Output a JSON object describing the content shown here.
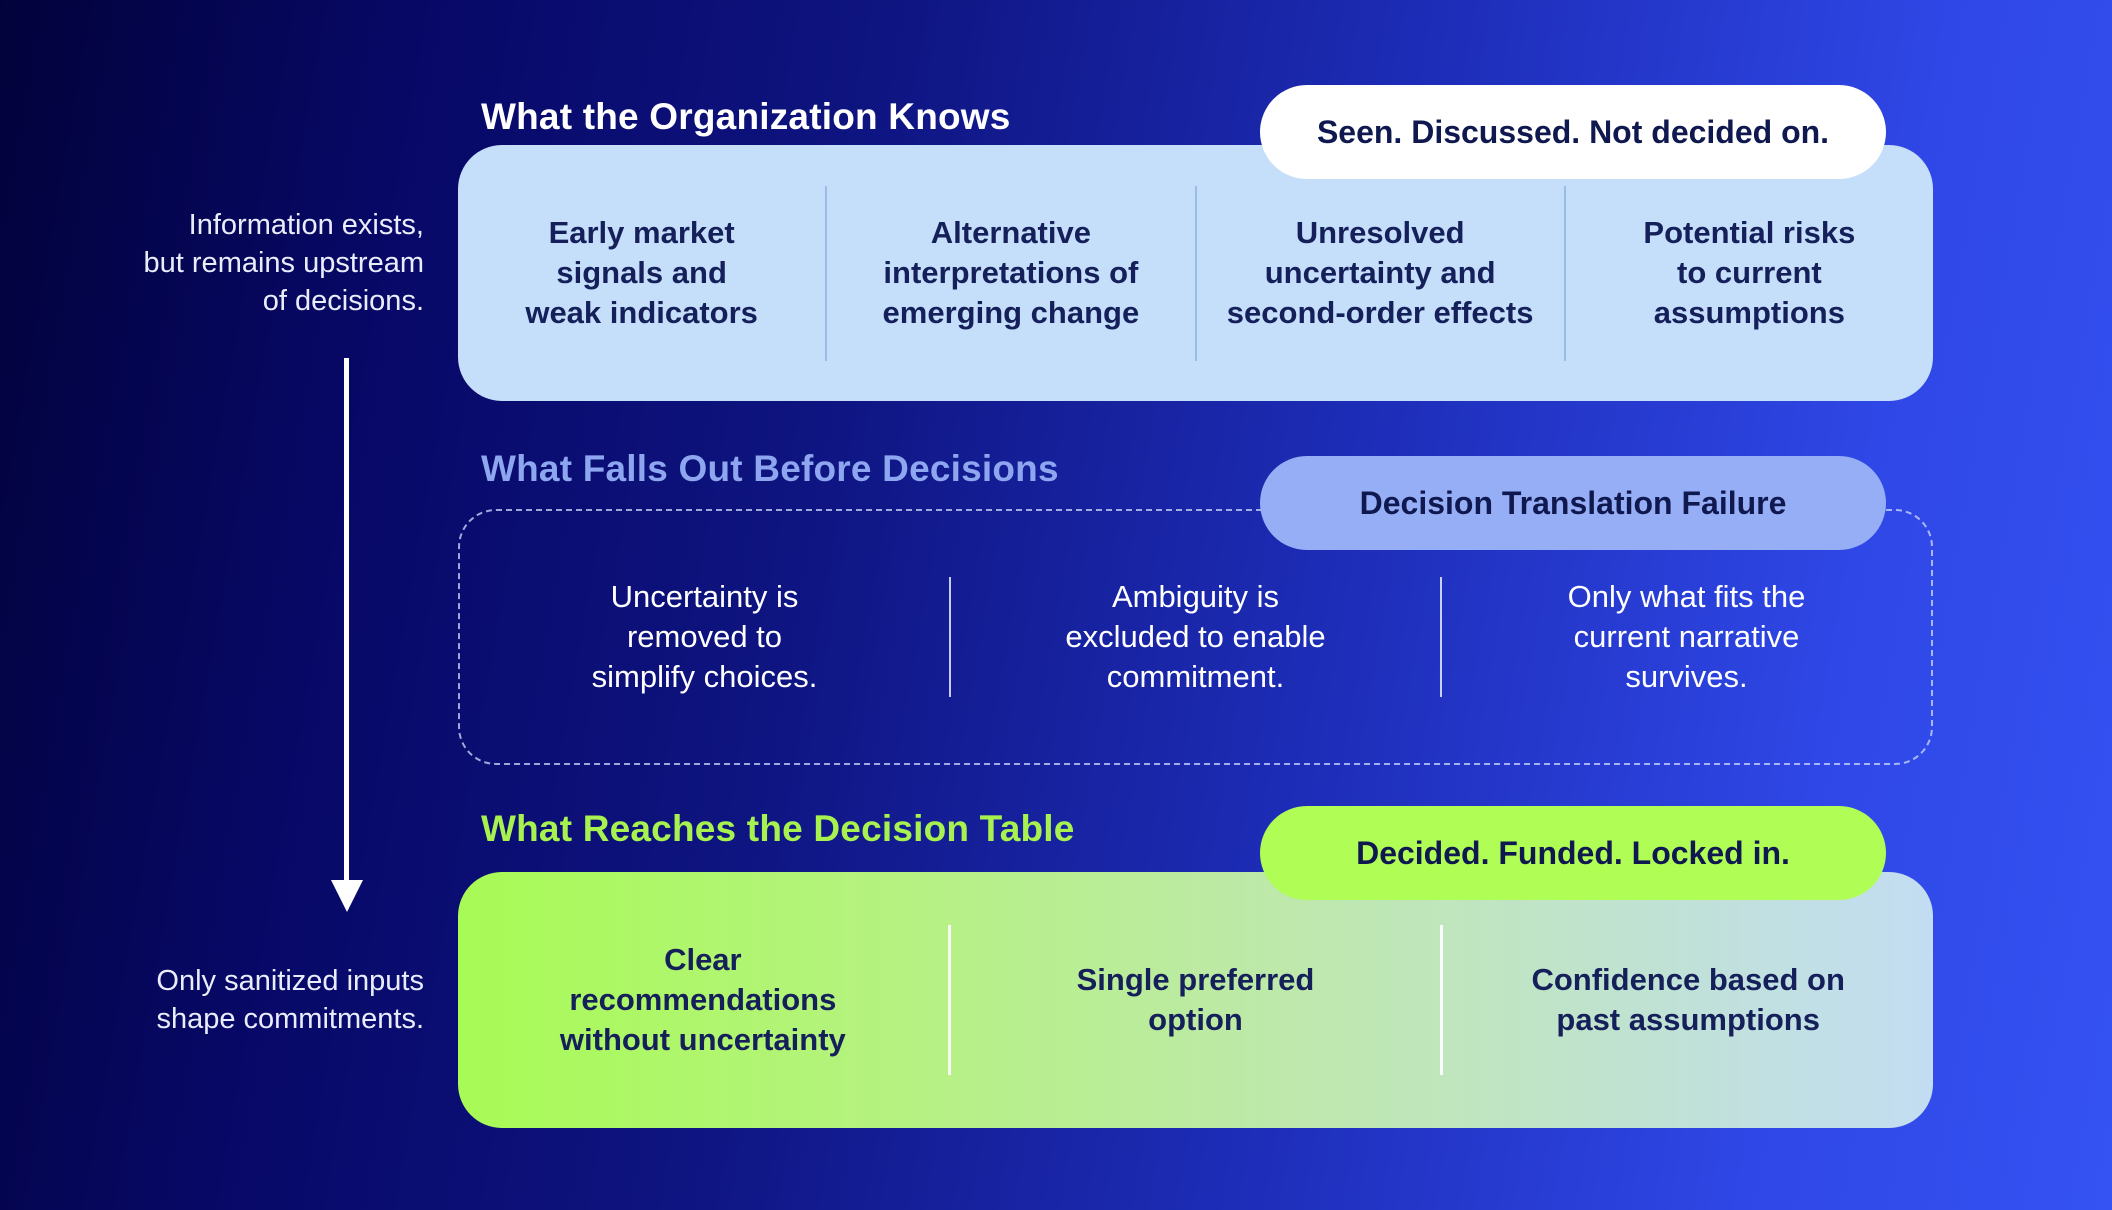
{
  "palette": {
    "background_start": "#02023B",
    "background_end": "#3552F2",
    "panel_light_blue": "#C5DEFA",
    "panel_green_gradient_start": "#A8FB55",
    "panel_green_gradient_end": "#C2DDF3",
    "badge_white": "#FFFFFF",
    "badge_periwinkle": "#96AEF5",
    "badge_green": "#B0FD55",
    "heading_white": "#FFFFFF",
    "heading_periwinkle": "#8DA6EF",
    "heading_green": "#A8F250",
    "navy_text": "#15205A",
    "white_text": "#FFFFFF"
  },
  "left_rail": {
    "top_note": "Information exists,\nbut remains upstream\nof decisions.",
    "bottom_note": "Only sanitized inputs\nshape commitments."
  },
  "sections": [
    {
      "heading": "What the Organization Knows",
      "badge": "Seen. Discussed. Not decided on.",
      "items": [
        "Early market\nsignals and\nweak indicators",
        "Alternative\ninterpretations of\nemerging change",
        "Unresolved\nuncertainty and\nsecond-order effects",
        "Potential risks\nto current\nassumptions"
      ]
    },
    {
      "heading": "What Falls Out Before Decisions",
      "badge": "Decision Translation Failure",
      "items": [
        "Uncertainty is\nremoved to\nsimplify choices.",
        "Ambiguity is\nexcluded to enable\ncommitment.",
        "Only what fits the\ncurrent narrative\nsurvives."
      ]
    },
    {
      "heading": "What Reaches the Decision Table",
      "badge": "Decided. Funded. Locked in.",
      "items": [
        "Clear\nrecommendations\nwithout uncertainty",
        "Single preferred\noption",
        "Confidence based on\npast assumptions"
      ]
    }
  ]
}
